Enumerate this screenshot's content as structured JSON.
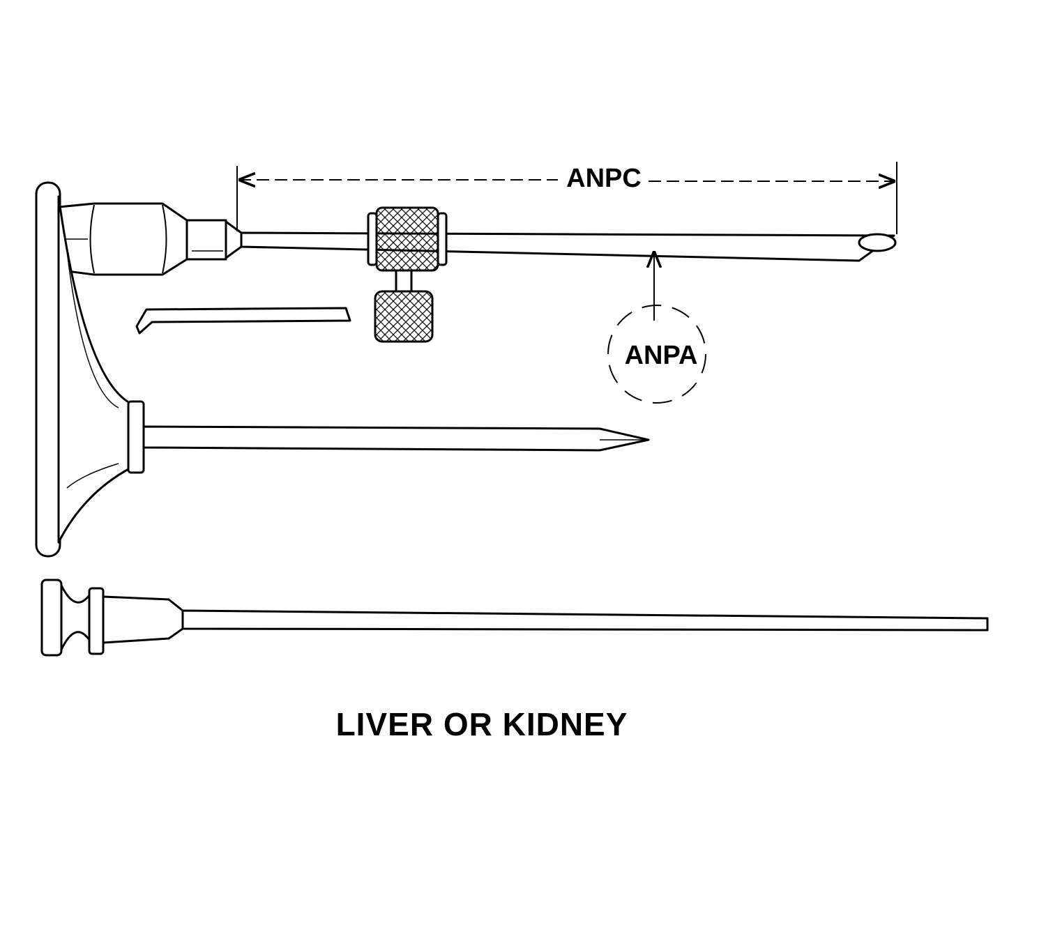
{
  "labels": {
    "dimension_length": "ANPC",
    "dimension_diameter": "ANPA"
  },
  "caption": "LIVER OR KIDNEY",
  "colors": {
    "ink": "#000000",
    "paper": "#ffffff"
  }
}
